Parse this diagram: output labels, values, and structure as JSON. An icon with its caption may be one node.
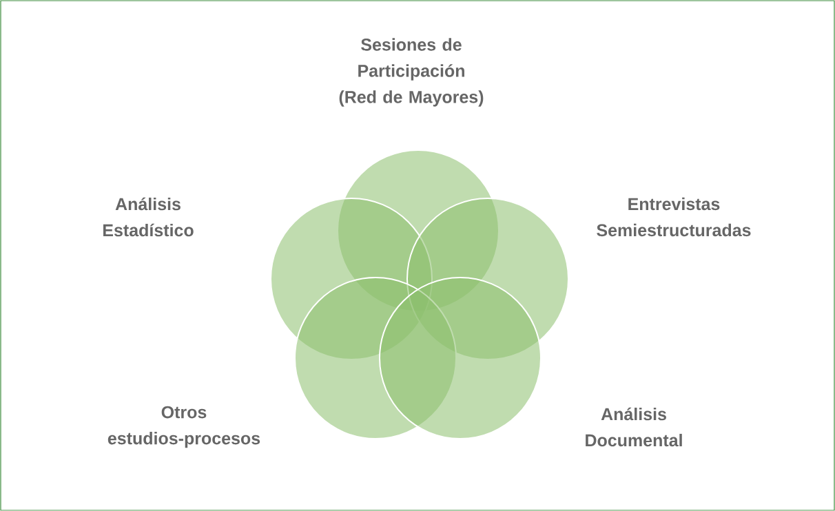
{
  "diagram": {
    "nodes": [
      {
        "text": [],
        "shape": "circle"
      },
      {
        "text": [],
        "shape": "circle"
      },
      {
        "text": [],
        "shape": "circle"
      },
      {
        "text": [],
        "shape": "circle"
      },
      {
        "text": [],
        "shape": "circle"
      }
    ],
    "labels": [
      "Sesiones de Participación (Red de Mayores)",
      "Análisis Estadístico",
      "Entrevistas Semiestructuradas",
      "Otros estudios-procesos",
      "Análisis Documental"
    ]
  }
}
